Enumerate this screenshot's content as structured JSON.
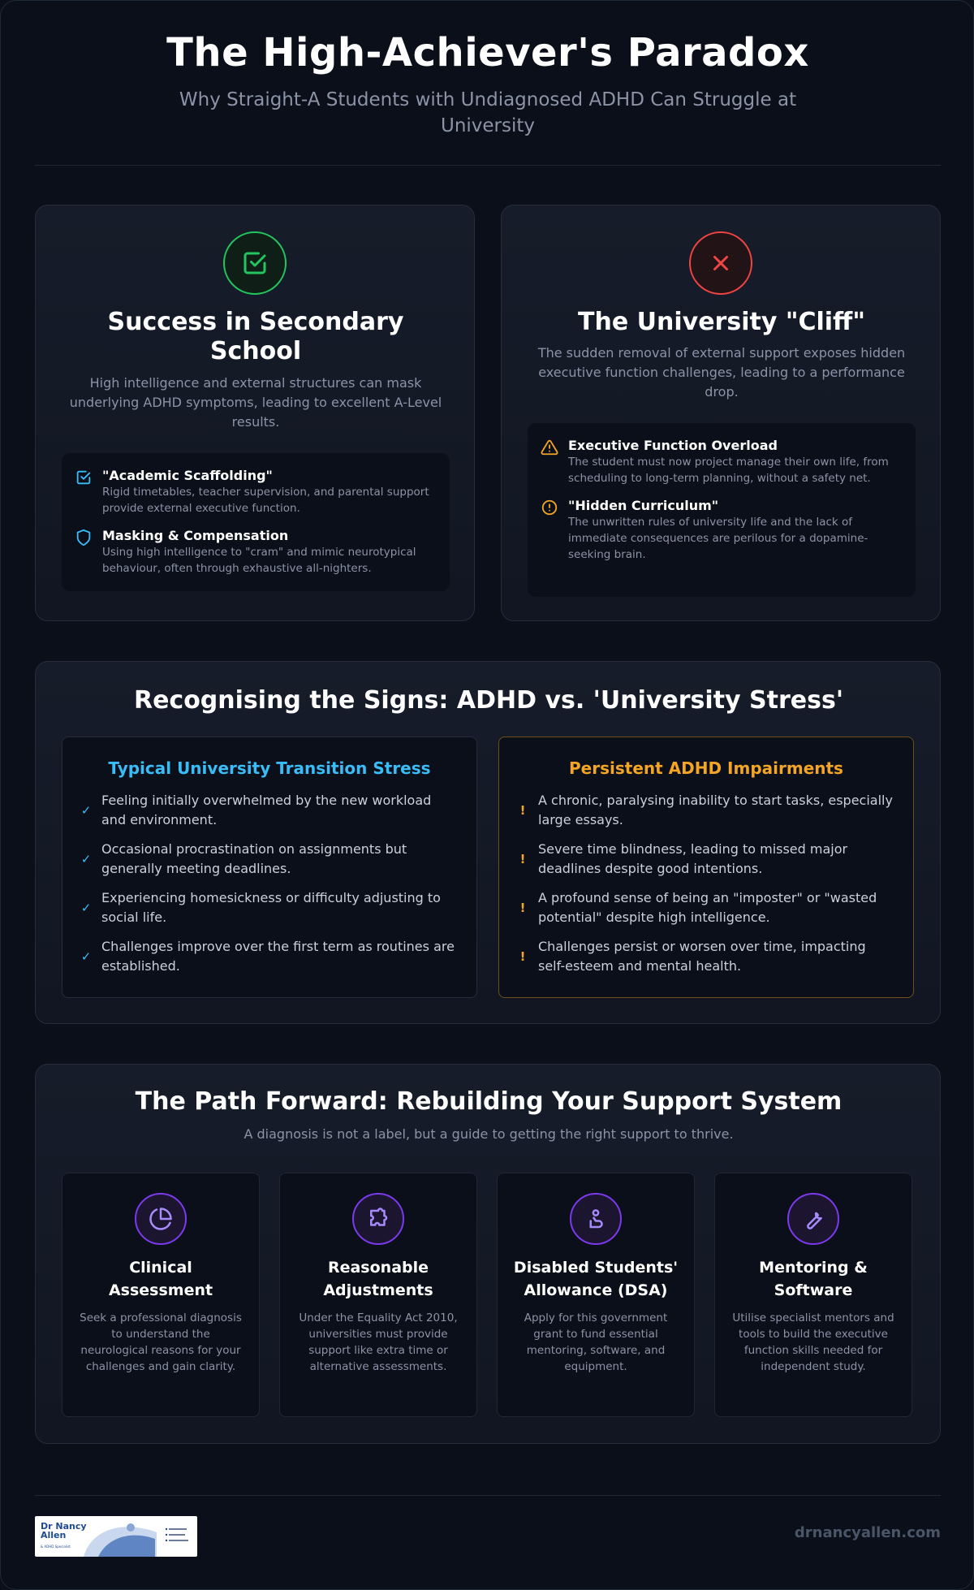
{
  "header": {
    "title": "The High-Achiever's Paradox",
    "subtitle": "Why Straight-A Students with Undiagnosed ADHD Can Struggle at University"
  },
  "secondary": {
    "title": "Success in Secondary School",
    "description": "High intelligence and external structures can mask underlying ADHD symptoms, leading to excellent A-Level results.",
    "items": [
      {
        "icon": "checkbox-icon",
        "title": "\"Academic Scaffolding\"",
        "text": "Rigid timetables, teacher supervision, and parental support provide external executive function."
      },
      {
        "icon": "shield-icon",
        "title": "Masking & Compensation",
        "text": "Using high intelligence to \"cram\" and mimic neurotypical behaviour, often through exhaustive all-nighters."
      }
    ]
  },
  "university": {
    "title": "The University \"Cliff\"",
    "description": "The sudden removal of external support exposes hidden executive function challenges, leading to a performance drop.",
    "items": [
      {
        "icon": "warning-triangle-icon",
        "title": "Executive Function Overload",
        "text": "The student must now project manage their own life, from scheduling to long-term planning, without a safety net."
      },
      {
        "icon": "alert-circle-icon",
        "title": "\"Hidden Curriculum\"",
        "text": "The unwritten rules of university life and the lack of immediate consequences are perilous for a dopamine-seeking brain."
      }
    ]
  },
  "signs": {
    "title": "Recognising the Signs: ADHD vs. 'University Stress'",
    "stress": {
      "title": "Typical University Transition Stress",
      "marker": "✓",
      "items": [
        "Feeling initially overwhelmed by the new workload and environment.",
        "Occasional procrastination on assignments but generally meeting deadlines.",
        "Experiencing homesickness or difficulty adjusting to social life.",
        "Challenges improve over the first term as routines are established."
      ]
    },
    "adhd": {
      "title": "Persistent ADHD Impairments",
      "marker": "!",
      "items": [
        "A chronic, paralysing inability to start tasks, especially large essays.",
        "Severe time blindness, leading to missed major deadlines despite good intentions.",
        "A profound sense of being an \"imposter\" or \"wasted potential\" despite high intelligence.",
        "Challenges persist or worsen over time, impacting self-esteem and mental health."
      ]
    }
  },
  "path": {
    "title": "The Path Forward: Rebuilding Your Support System",
    "subtitle": "A diagnosis is not a label, but a guide to getting the right support to thrive.",
    "cards": [
      {
        "icon": "pie-chart-icon",
        "title": "Clinical Assessment",
        "text": "Seek a professional diagnosis to understand the neurological reasons for your challenges and gain clarity."
      },
      {
        "icon": "puzzle-icon",
        "title": "Reasonable Adjustments",
        "text": "Under the Equality Act 2010, universities must provide support like extra time or alternative assessments."
      },
      {
        "icon": "support-hand-icon",
        "title": "Disabled Students' Allowance (DSA)",
        "text": "Apply for this government grant to fund essential mentoring, software, and equipment."
      },
      {
        "icon": "wrench-icon",
        "title": "Mentoring & Software",
        "text": "Utilise specialist mentors and tools to build the executive function skills needed for independent study."
      }
    ]
  },
  "footer": {
    "logo_name_1": "Dr Nancy",
    "logo_name_2": "Allen",
    "logo_tag": "& ADHD Specialist",
    "url": "drnancyallen.com"
  },
  "colors": {
    "background": "#0b0f19",
    "success": "#22c55e",
    "danger": "#ef4444",
    "stress_accent": "#38bdf8",
    "adhd_accent": "#f5a524",
    "path_accent": "#7c3aed"
  }
}
